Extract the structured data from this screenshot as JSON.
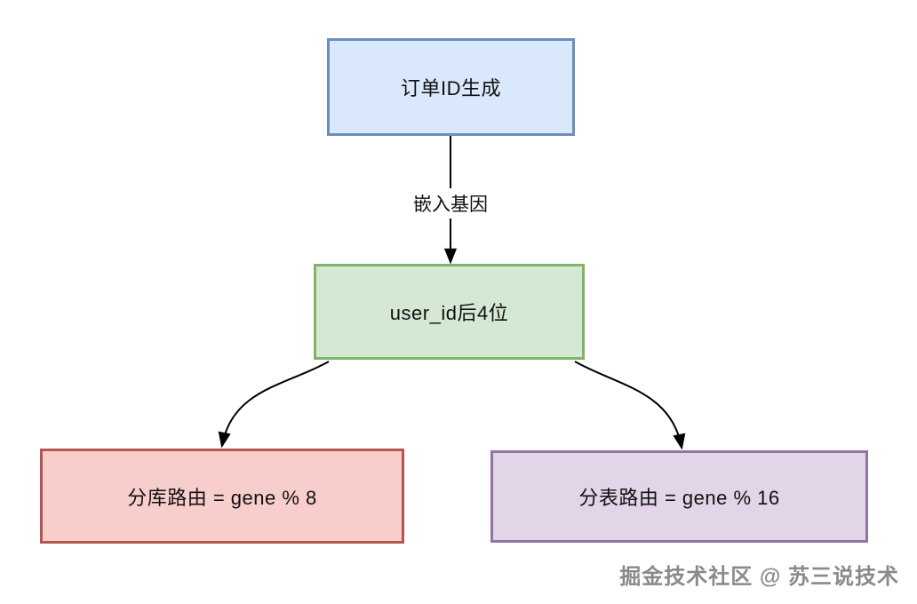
{
  "diagram": {
    "type": "flowchart",
    "background": "#ffffff",
    "arrow_color": "#000000",
    "text_color": "#111111",
    "nodes": [
      {
        "id": "order-id-generation",
        "label": "订单ID生成",
        "fill": "#dae8fc",
        "border": "#6c8ebf"
      },
      {
        "id": "user-id-last4",
        "label": "user_id后4位",
        "fill": "#d5e8d4",
        "border": "#82b366"
      },
      {
        "id": "db-shard-route",
        "label": "分库路由 = gene % 8",
        "fill": "#f8cecc",
        "border": "#b85450"
      },
      {
        "id": "table-shard-route",
        "label": "分表路由 = gene % 16",
        "fill": "#e1d5e7",
        "border": "#9673a6"
      }
    ],
    "edges": [
      {
        "from": "order-id-generation",
        "to": "user-id-last4",
        "label": "嵌入基因",
        "style": "straight-arrow"
      },
      {
        "from": "user-id-last4",
        "to": "db-shard-route",
        "label": "",
        "style": "curved-arrow"
      },
      {
        "from": "user-id-last4",
        "to": "table-shard-route",
        "label": "",
        "style": "curved-arrow"
      }
    ],
    "watermark": "掘金技术社区 @ 苏三说技术"
  }
}
